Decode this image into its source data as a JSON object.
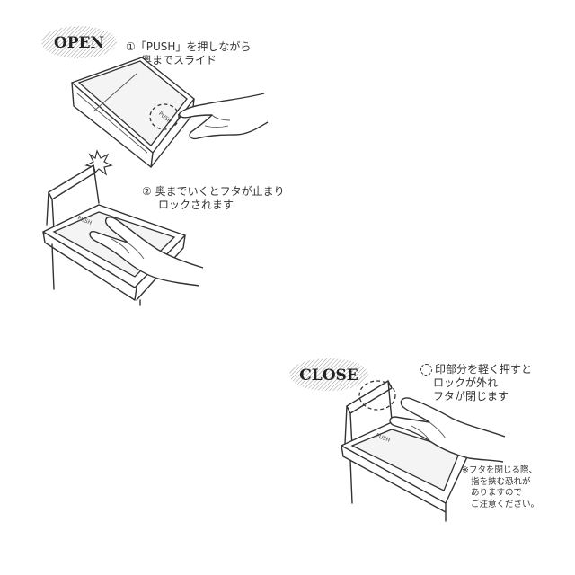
{
  "open": {
    "badge": "OPEN",
    "step1": {
      "marker": "①",
      "lines": [
        "「PUSH」を押しながら",
        "奥までスライド"
      ]
    },
    "step2": {
      "marker": "②",
      "lines": [
        "奥までいくとフタが止まり",
        "ロックされます"
      ]
    },
    "push_label": "PUSH"
  },
  "close": {
    "badge": "CLOSE",
    "lines": [
      "印部分を軽く押すと",
      "ロックが外れ",
      "フタが閉じます"
    ],
    "push_label": "PUSH",
    "caution": [
      "※フタを閉じる際、",
      "指を挟む恐れが",
      "ありますので",
      "ご注意ください。"
    ]
  },
  "icons": [
    "hatched-badge",
    "hand-icon",
    "burst-icon",
    "dashed-circle-marker"
  ]
}
